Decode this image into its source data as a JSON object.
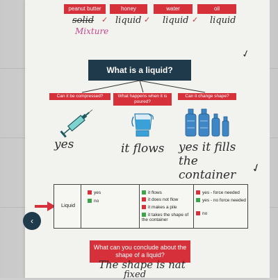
{
  "top_labels": [
    "peanut butter",
    "honey",
    "water",
    "oil"
  ],
  "top_answers": [
    "solid",
    "liquid",
    "liquid",
    "liquid"
  ],
  "mixture_note": "Mixture",
  "title": "What is a liquid?",
  "questions": [
    "Can it be compressed?",
    "What happens when it is poured?",
    "Can it change shape?"
  ],
  "answers": [
    "yes",
    "it flows",
    "yes it fills the container"
  ],
  "table": {
    "row_label": "Liquid",
    "col1": [
      {
        "color": "red",
        "text": "yes"
      },
      {
        "color": "green",
        "text": "no"
      }
    ],
    "col2": [
      {
        "color": "green",
        "text": "it flows"
      },
      {
        "color": "red",
        "text": "it does not flow"
      },
      {
        "color": "red",
        "text": "it makes a pile"
      },
      {
        "color": "green",
        "text": "it takes the shape of the container"
      }
    ],
    "col3": [
      {
        "color": "red",
        "text": "yes - force needed"
      },
      {
        "color": "green",
        "text": "yes - no force needed"
      },
      {
        "color": "red",
        "text": "no"
      }
    ]
  },
  "conclusion_question": "What can you conclude about the shape of a liquid?",
  "conclusion_answer": [
    "The shape is nat",
    "fixed"
  ],
  "colors": {
    "red": "#d6303a",
    "navy": "#1f3a4a",
    "green": "#3fa34d"
  },
  "icons": [
    "syringe-icon",
    "jug-pouring-icon",
    "water-bottles-icon",
    "arrow-right-icon",
    "check-mark-icon"
  ]
}
